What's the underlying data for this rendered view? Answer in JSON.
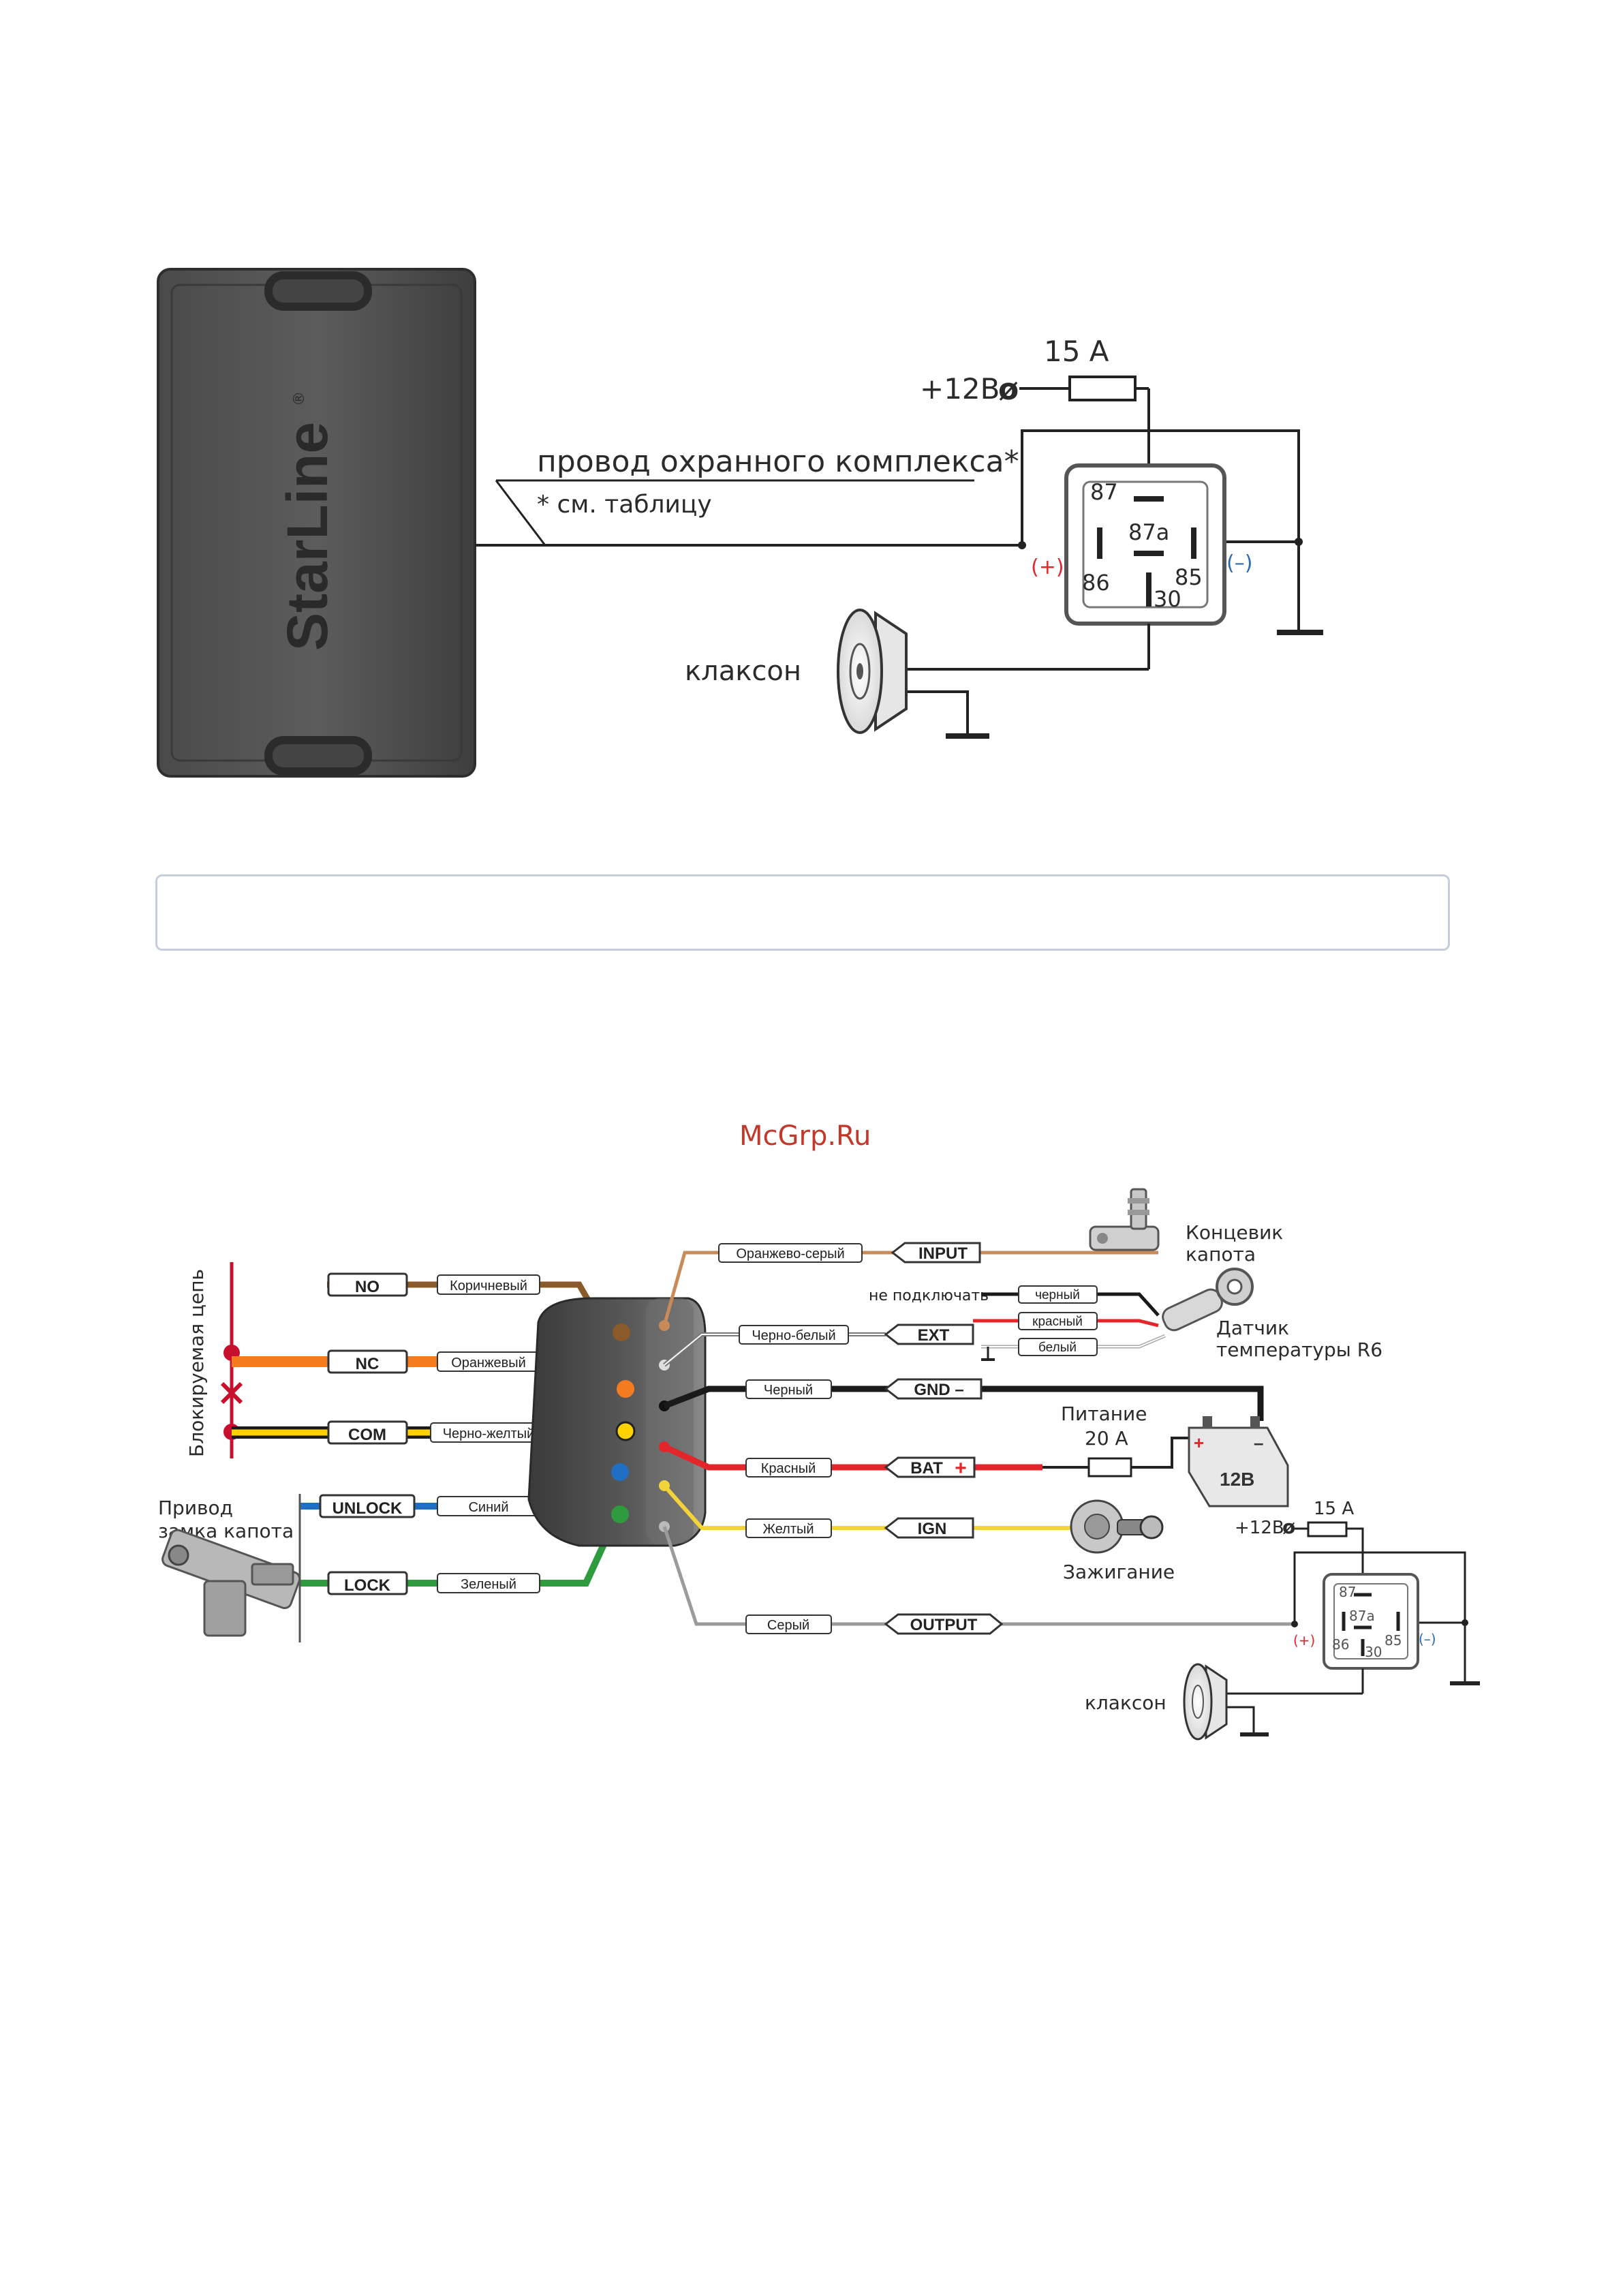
{
  "diagram1": {
    "brand": "StarLine",
    "brand_mark": "®",
    "wire_label": "провод охранного комплекса*",
    "wire_note": "* см. таблицу",
    "fuse_label": "15 A",
    "power_label": "+12В",
    "power_symbol": "ø",
    "relay_pins": {
      "p87": "87",
      "p87a": "87a",
      "p86": "86",
      "p85": "85",
      "p30": "30"
    },
    "plus_sign": "(+)",
    "minus_sign": "(–)",
    "horn_label": "клаксон"
  },
  "watermark": "McGrp.Ru",
  "diagram2": {
    "left_wires": [
      {
        "pin": "NO",
        "color_label": "Коричневый",
        "color": "#8b5a2b"
      },
      {
        "pin": "NC",
        "color_label": "Оранжевый",
        "color": "#f47b20"
      },
      {
        "pin": "COM",
        "color_label": "Черно-желтый",
        "color": "#ffd200"
      },
      {
        "pin": "UNLOCK",
        "color_label": "Синий",
        "color": "#1f6fc5"
      },
      {
        "pin": "LOCK",
        "color_label": "Зеленый",
        "color": "#2e9b3e"
      }
    ],
    "right_wires": [
      {
        "pin": "INPUT",
        "color_label": "Оранжево-серый",
        "color": "#c98a5a"
      },
      {
        "pin": "EXT",
        "color_label": "Черно-белый",
        "color": "#888888"
      },
      {
        "pin": "GND –",
        "color_label": "Черный",
        "color": "#1a1a1a"
      },
      {
        "pin": "BAT",
        "pin_sign": "+",
        "color_label": "Красный",
        "color": "#e3262b"
      },
      {
        "pin": "IGN",
        "color_label": "Желтый",
        "color": "#f3d33a"
      },
      {
        "pin": "OUTPUT",
        "color_label": "Серый",
        "color": "#9b9b9b"
      }
    ],
    "sensor_wires": [
      {
        "label": "черный"
      },
      {
        "label": "красный"
      },
      {
        "label": "белый"
      }
    ],
    "not_connect": "не подключать",
    "blocked_circuit": "Блокируемая цепь",
    "hood_lock_1": "Привод",
    "hood_lock_2": "замка капота",
    "limit_switch_1": "Концевик",
    "limit_switch_2": "капота",
    "temp_sensor_1": "Датчик",
    "temp_sensor_2": "температуры R6",
    "power_1": "Питание",
    "power_2": "20 A",
    "battery": "12В",
    "battery_plus": "+",
    "battery_minus": "–",
    "ignition": "Зажигание",
    "fuse_label": "15 A",
    "power_label": "+12В",
    "power_symbol": "ø",
    "relay_pins": {
      "p87": "87",
      "p87a": "87a",
      "p86": "86",
      "p85": "85",
      "p30": "30"
    },
    "plus_sign": "(+)",
    "minus_sign": "(–)",
    "horn_label": "клаксон"
  }
}
